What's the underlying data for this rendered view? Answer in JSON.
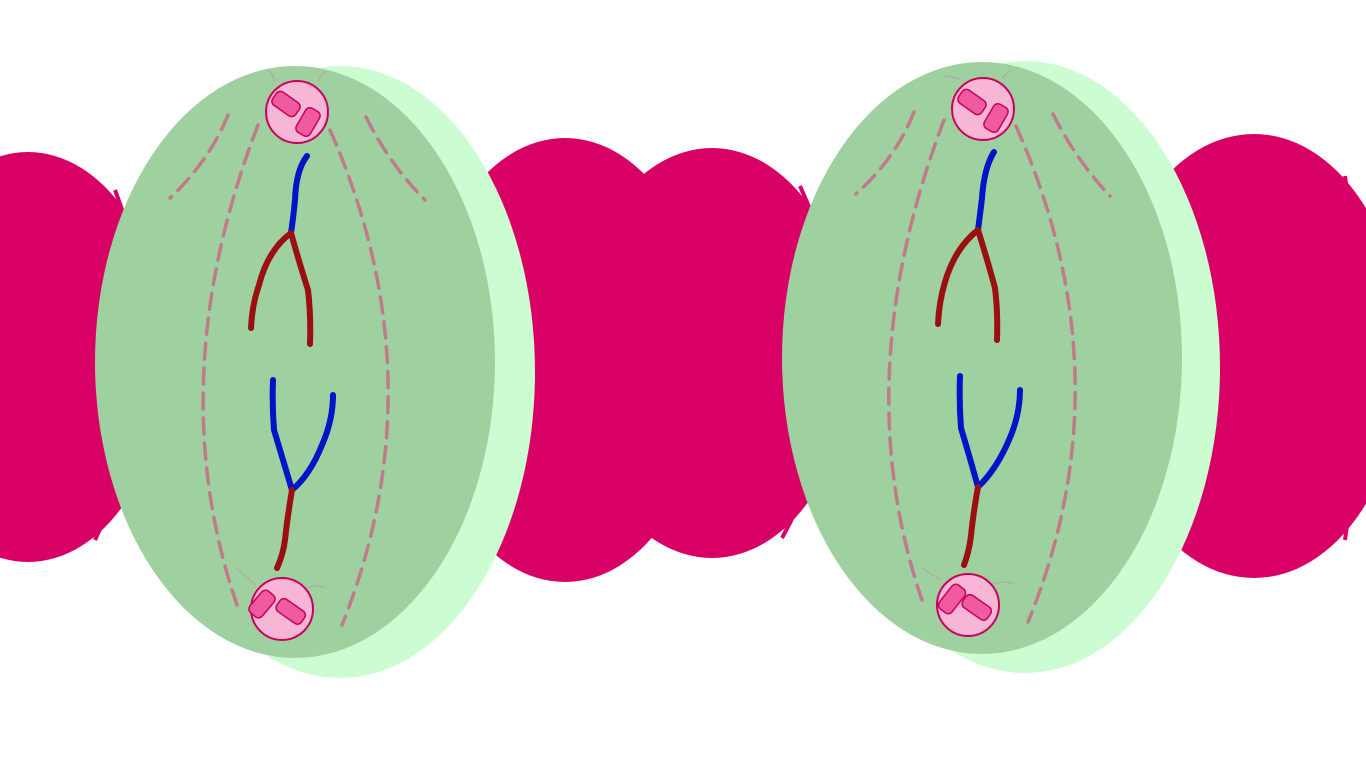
{
  "diagram": {
    "kind": "cell division (anaphase) illustration",
    "colors": {
      "background": "#ffffff",
      "cell_main": "#9fd1a0",
      "cell_glow": "#ccfdd2",
      "neighbor_cell": "#d80064",
      "spindle_fiber": "#c07a8c",
      "centrosome_fill": "#f7b6d6",
      "centrosome_stroke": "#c8005a",
      "centriole": "#ef5aa0",
      "chromatid_blue": "#0014c8",
      "chromatid_red": "#9a0f12"
    },
    "cells": [
      {
        "name": "left-dividing-cell",
        "chromosome_pairs": 2,
        "centrosomes": 2
      },
      {
        "name": "right-dividing-cell",
        "chromosome_pairs": 2,
        "centrosomes": 2
      }
    ],
    "neighbor_cells": 4
  }
}
